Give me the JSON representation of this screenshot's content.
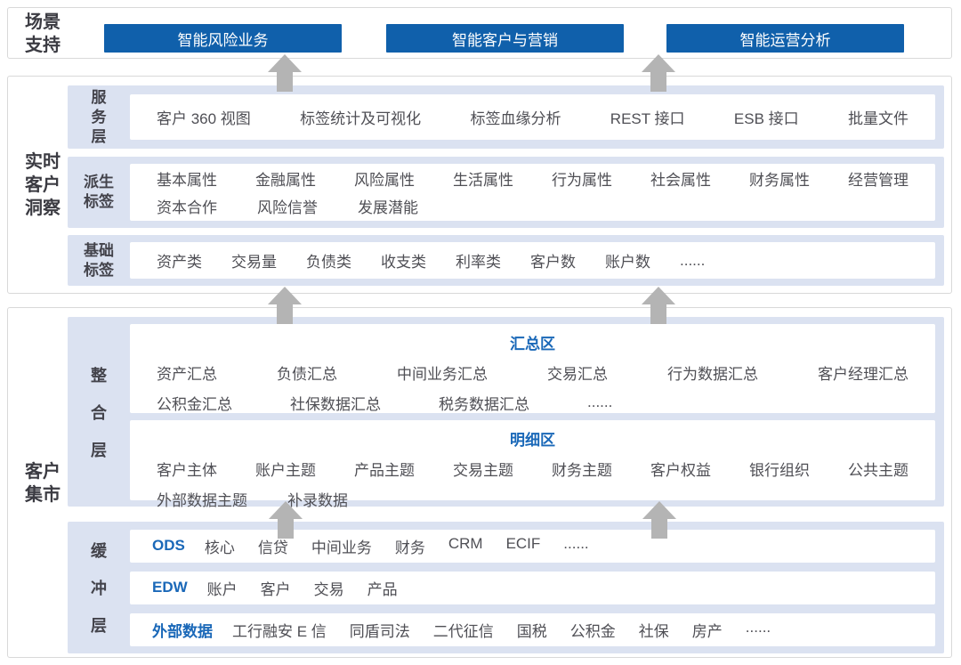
{
  "colors": {
    "button_blue": "#1060ab",
    "accent_blue": "#1a68b8",
    "row_bg": "#dbe2f1",
    "arrow_gray": "#b4b4b4",
    "panel_border": "#d9d9d9",
    "label_dark": "#3b3b42",
    "item_gray": "#4f4f55"
  },
  "scene_support": {
    "label_lines": [
      "场景",
      "支持"
    ],
    "buttons": [
      "智能风险业务",
      "智能客户与营销",
      "智能运营分析"
    ]
  },
  "realtime_insight": {
    "label_lines": [
      "实时",
      "客户",
      "洞察"
    ],
    "service_layer": {
      "label_chars": [
        "服",
        "务",
        "层"
      ],
      "items": [
        "客户 360 视图",
        "标签统计及可视化",
        "标签血缘分析",
        "REST 接口",
        "ESB 接口",
        "批量文件"
      ]
    },
    "derived_tags": {
      "label_lines": [
        "派生",
        "标签"
      ],
      "line1": [
        "基本属性",
        "金融属性",
        "风险属性",
        "生活属性",
        "行为属性",
        "社会属性",
        "财务属性",
        "经营管理"
      ],
      "line2": [
        "资本合作",
        "风险信誉",
        "发展潜能"
      ]
    },
    "basic_tags": {
      "label_lines": [
        "基础",
        "标签"
      ],
      "items": [
        "资产类",
        "交易量",
        "负债类",
        "收支类",
        "利率类",
        "客户数",
        "账户数",
        "......"
      ]
    }
  },
  "customer_mart": {
    "label_lines": [
      "客户",
      "集市"
    ],
    "integration_layer": {
      "label_chars": [
        "整",
        "合",
        "层"
      ],
      "summary_zone": {
        "title": "汇总区",
        "line1": [
          "资产汇总",
          "负债汇总",
          "中间业务汇总",
          "交易汇总",
          "行为数据汇总",
          "客户经理汇总"
        ],
        "line2": [
          "公积金汇总",
          "社保数据汇总",
          "税务数据汇总",
          "......"
        ]
      },
      "detail_zone": {
        "title": "明细区",
        "line1": [
          "客户主体",
          "账户主题",
          "产品主题",
          "交易主题",
          "财务主题",
          "客户权益",
          "银行组织",
          "公共主题"
        ],
        "line2": [
          "外部数据主题",
          "补录数据"
        ]
      }
    },
    "buffer_layer": {
      "label_chars": [
        "缓",
        "冲",
        "层"
      ],
      "ods_row": {
        "lead": "ODS",
        "items": [
          "核心",
          "信贷",
          "中间业务",
          "财务",
          "CRM",
          "ECIF",
          "......"
        ]
      },
      "edw_row": {
        "lead": "EDW",
        "items": [
          "账户",
          "客户",
          "交易",
          "产品"
        ]
      },
      "external_row": {
        "lead": "外部数据",
        "items": [
          "工行融安 E 信",
          "同盾司法",
          "二代征信",
          "国税",
          "公积金",
          "社保",
          "房产",
          "......"
        ]
      }
    }
  }
}
